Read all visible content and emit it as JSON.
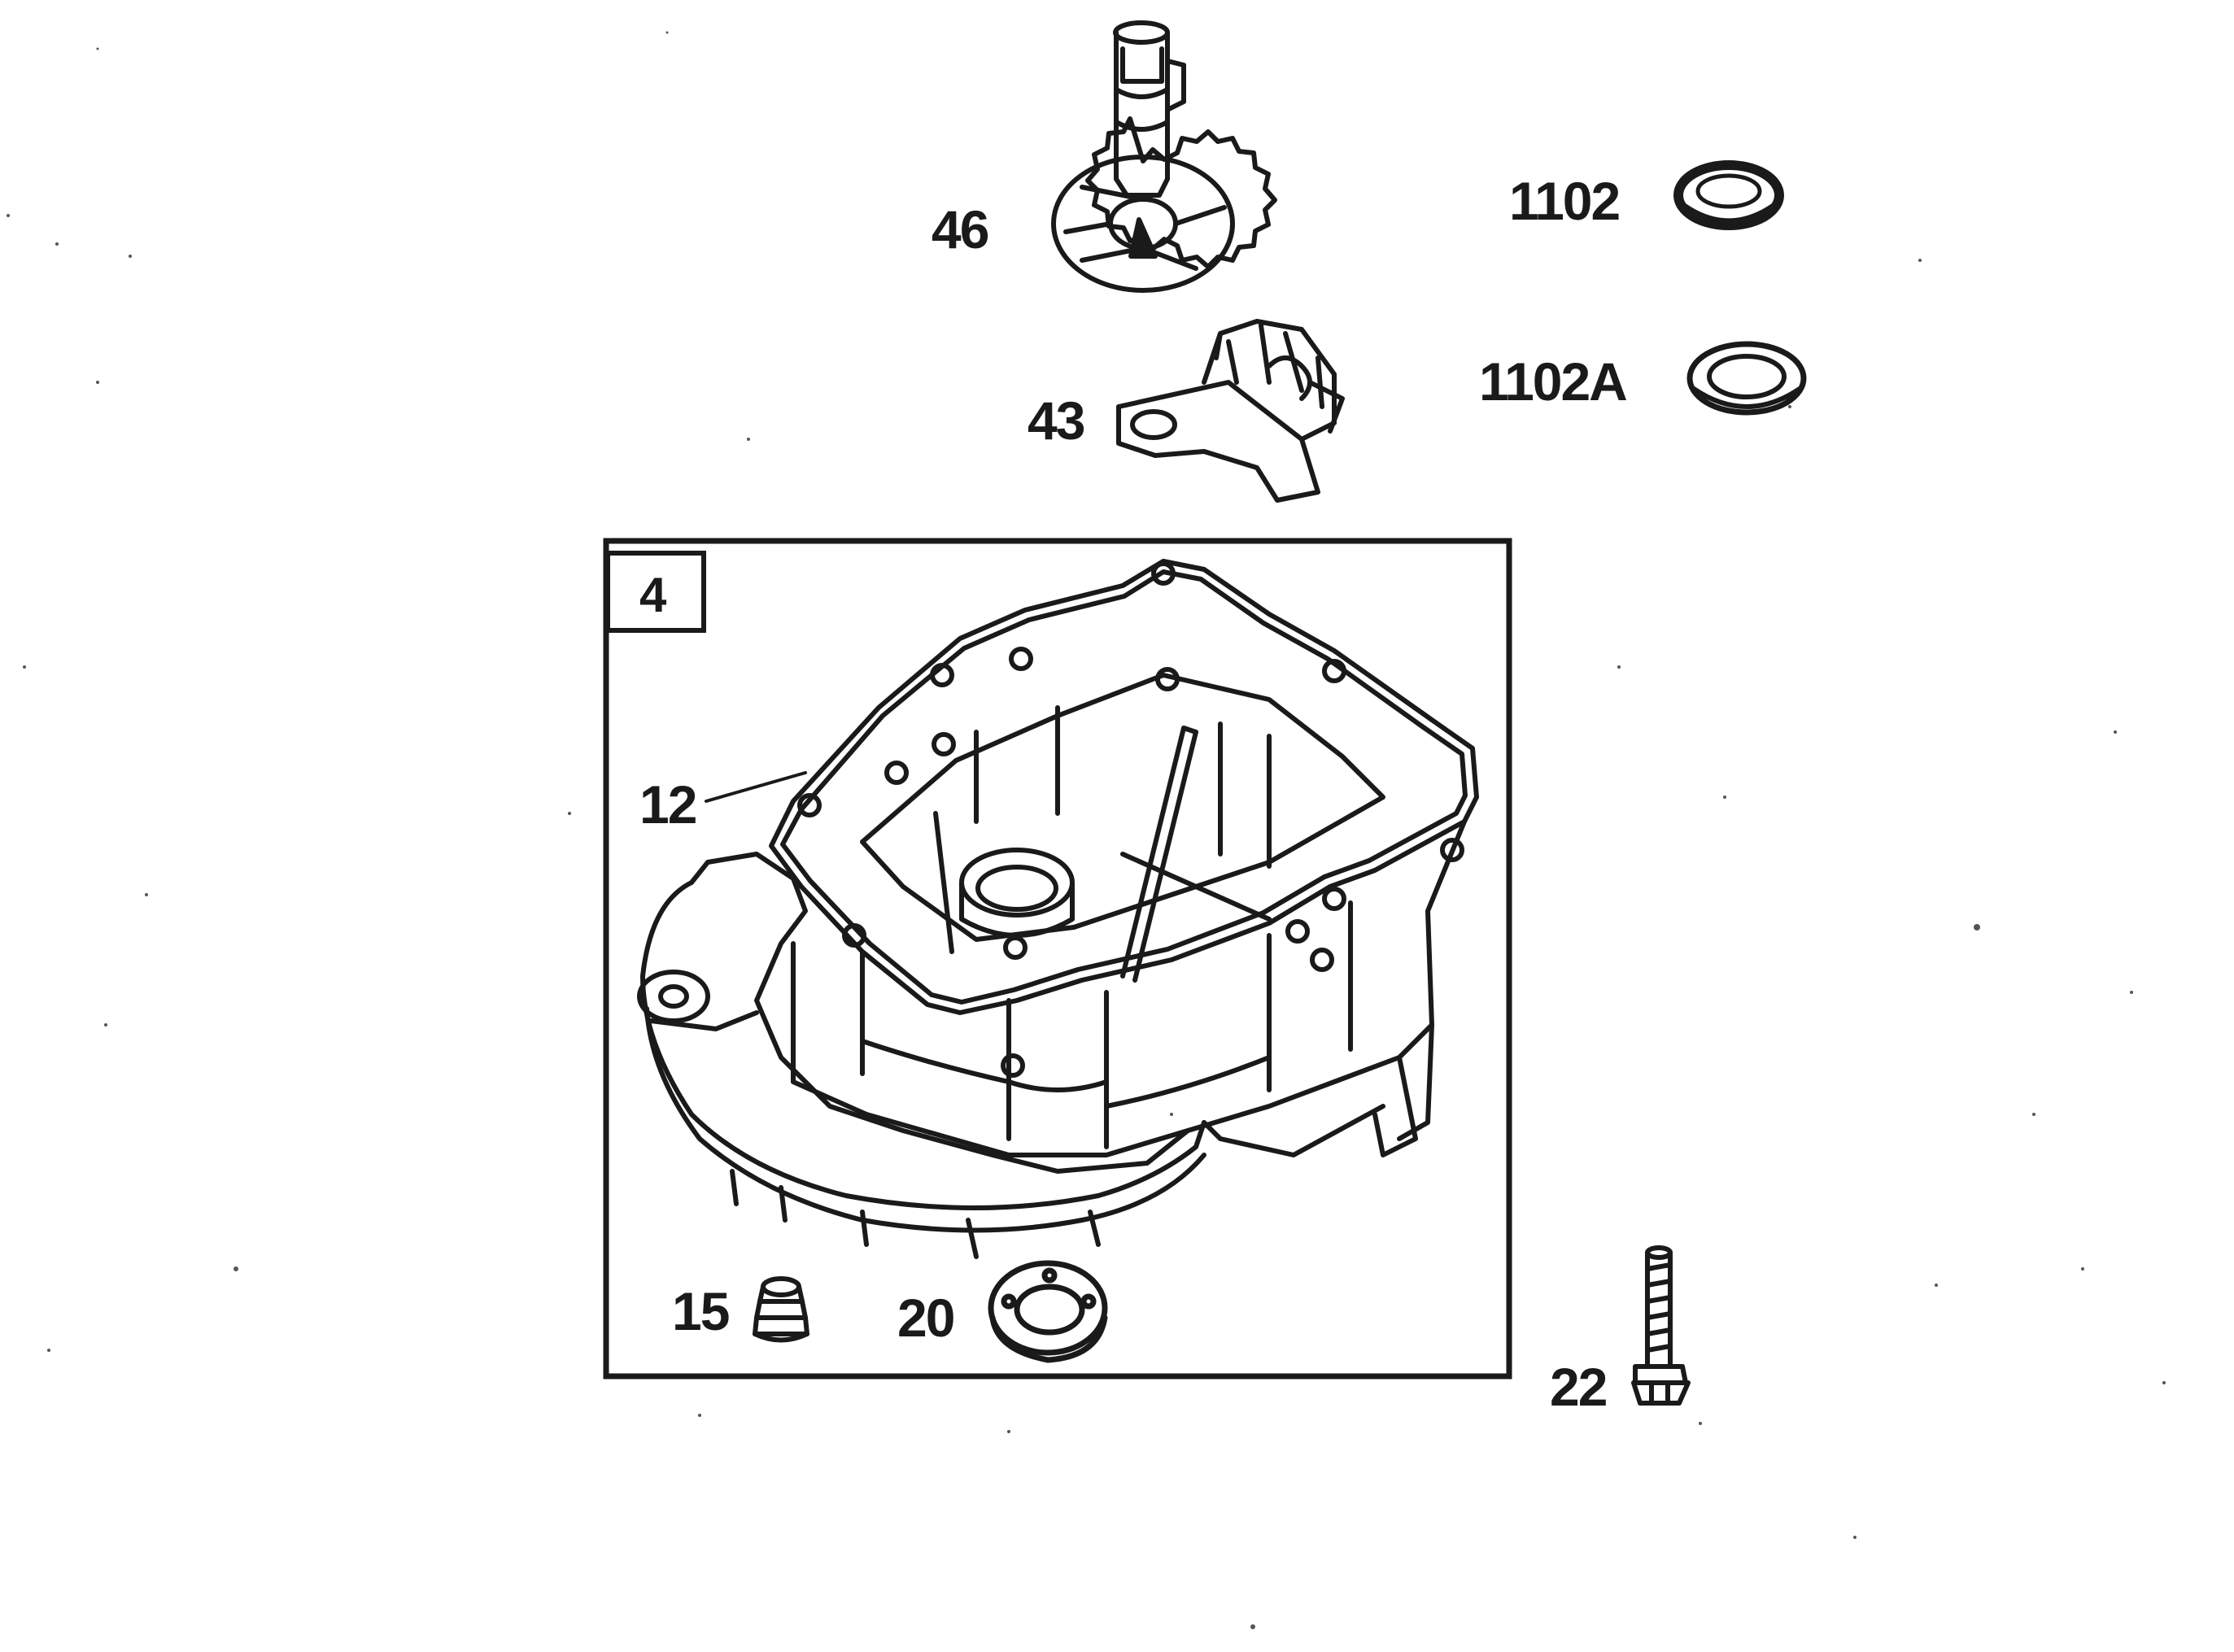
{
  "parts": {
    "camshaft": {
      "label": "46",
      "icon": "camshaft-gear-icon"
    },
    "oil_seal": {
      "label": "1102",
      "icon": "oil-seal-icon"
    },
    "oil_seal_alt": {
      "label": "1102A",
      "icon": "oil-seal-icon"
    },
    "governor": {
      "label": "43",
      "icon": "governor-assembly-icon"
    },
    "sump_kit": {
      "label": "4",
      "icon": "sump-housing-icon"
    },
    "gasket": {
      "label": "12"
    },
    "plug": {
      "label": "15",
      "icon": "plug-icon"
    },
    "seal": {
      "label": "20",
      "icon": "seal-ring-icon"
    },
    "screw": {
      "label": "22",
      "icon": "screw-icon"
    }
  },
  "colors": {
    "ink": "#1a1a1a",
    "paper": "#ffffff"
  }
}
